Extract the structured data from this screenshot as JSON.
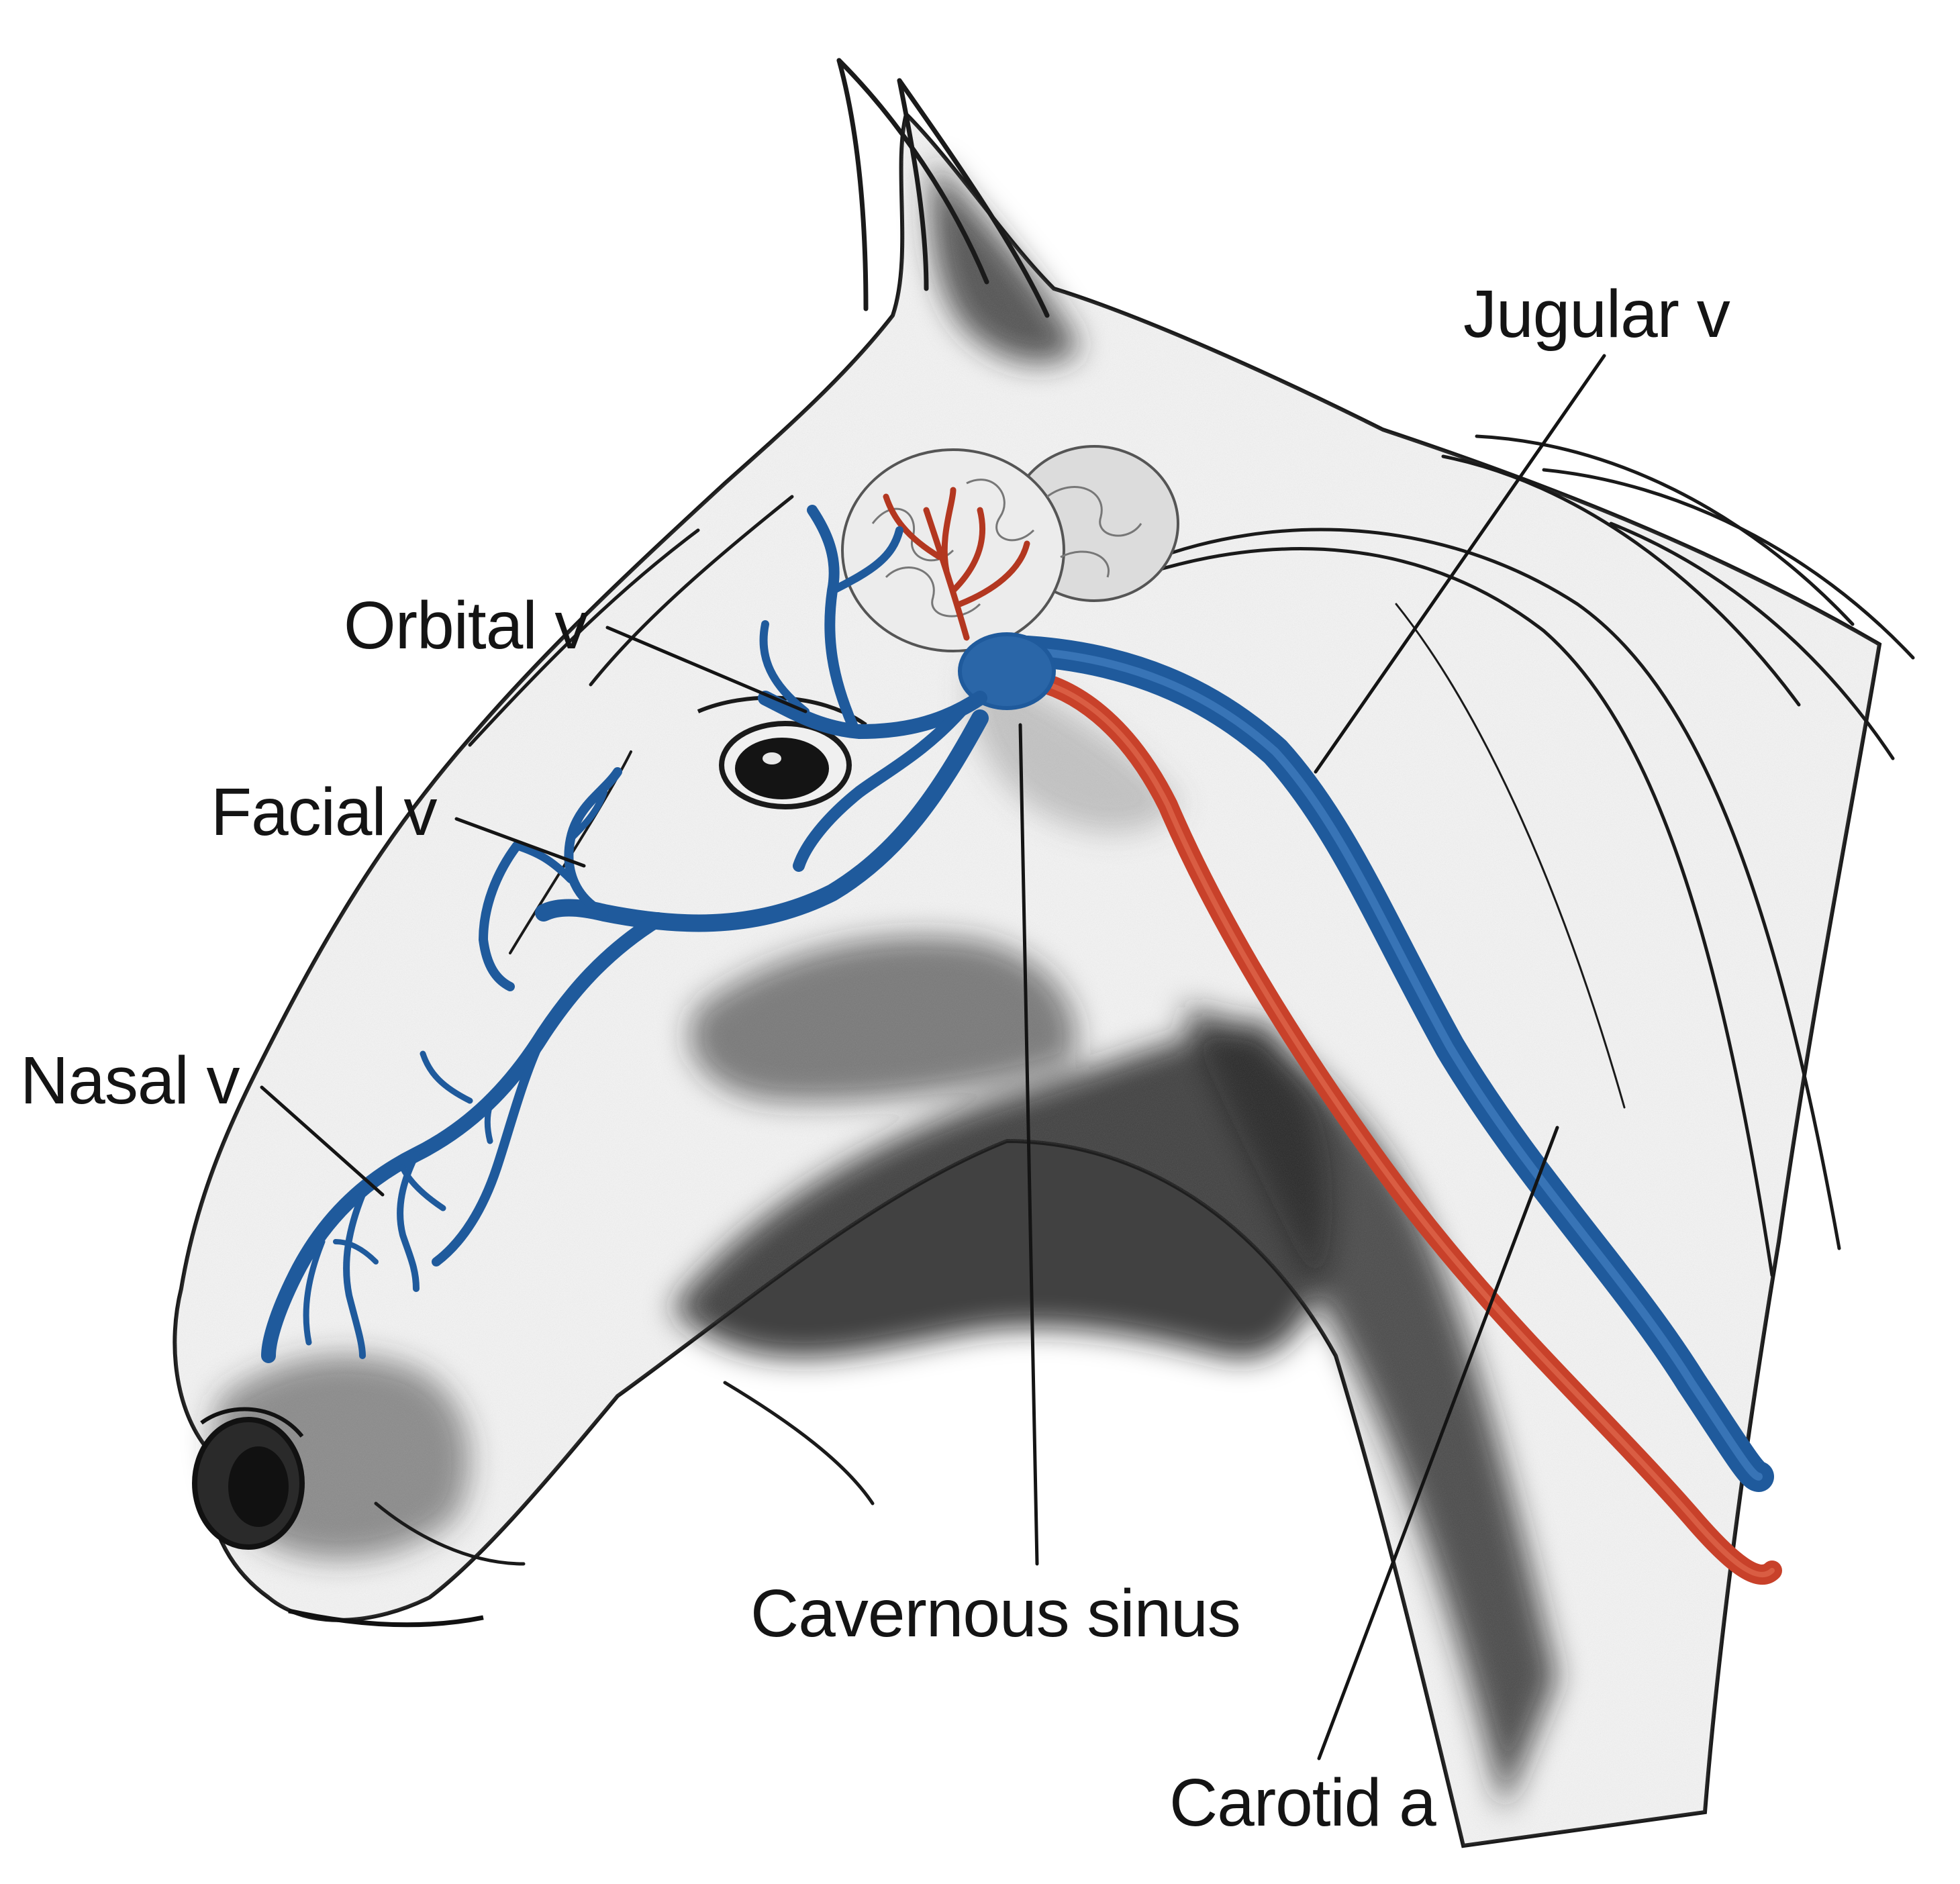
{
  "labels": {
    "orbital_v": "Orbital v",
    "facial_v": "Facial v",
    "nasal_v": "Nasal v",
    "jugular_v": "Jugular v",
    "cavernous_sinus": "Cavernous sinus",
    "carotid_a": "Carotid a"
  },
  "colors": {
    "vein": "#1f5a9c",
    "artery": "#c8412a",
    "outline": "#1a1a1a",
    "shading": "#2a2a2a"
  }
}
